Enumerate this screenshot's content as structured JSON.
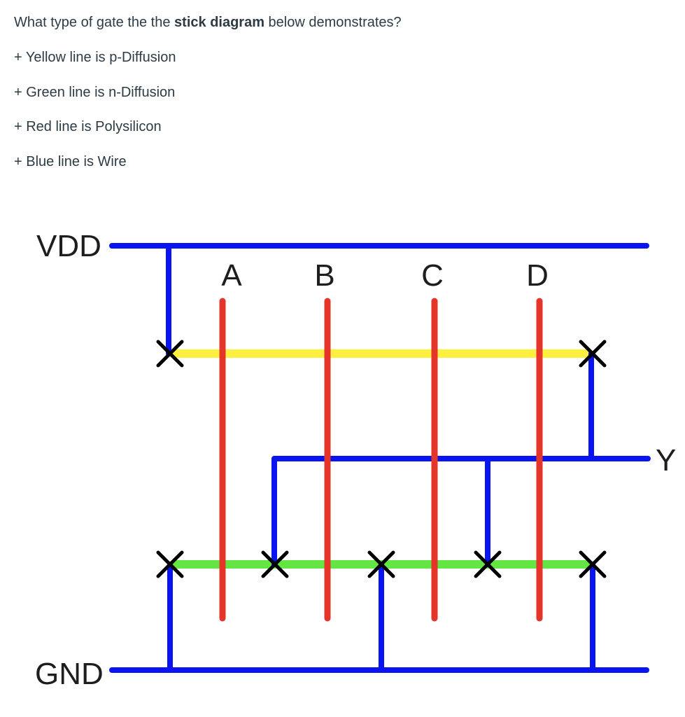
{
  "question": {
    "prefix": "What type of gate the the ",
    "emphasis": "stick diagram",
    "suffix": " below demonstrates?"
  },
  "legend_notes": [
    "+ Yellow line is p-Diffusion",
    "+ Green line is n-Diffusion",
    "+ Red line is Polysilicon",
    "+ Blue line is Wire"
  ],
  "diagram": {
    "rails": {
      "supply": "VDD",
      "ground": "GND"
    },
    "inputs": [
      "A",
      "B",
      "C",
      "D"
    ],
    "output": "Y",
    "colors": {
      "p_diffusion": "#ffef3f",
      "n_diffusion": "#63e543",
      "polysilicon": "#e5352b",
      "wire": "#0a14f0",
      "contact": "#000000",
      "text": "#1e1e1e"
    }
  }
}
